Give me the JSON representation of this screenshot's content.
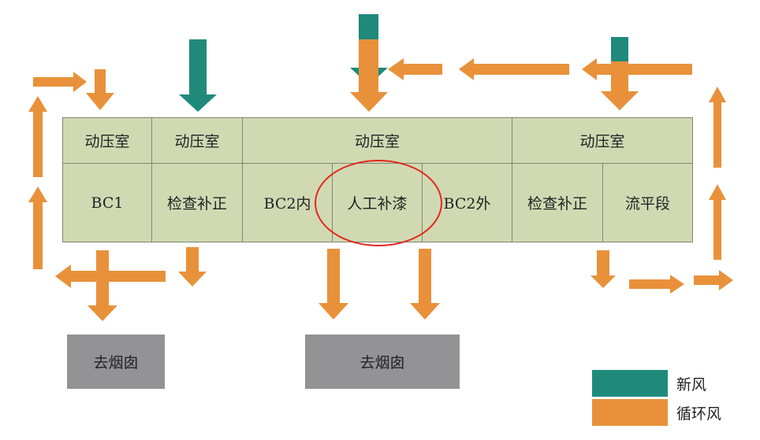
{
  "colors": {
    "fresh_air": "#1f8a7c",
    "recirculated_air": "#e8913a",
    "booth": "#d1d9b3",
    "booth_border": "#7e8670",
    "exhaust": "#939396",
    "highlight_circle": "#e0281e"
  },
  "plenum_row": [
    "动压室",
    "动压室",
    "动压室",
    "动压室"
  ],
  "section_row": [
    "BC1",
    "检查补正",
    "BC2内",
    "人工补漆",
    "BC2外",
    "检查补正",
    "流平段"
  ],
  "highlighted_section": "人工补漆",
  "exhausts": [
    "去烟囱",
    "去烟囱"
  ],
  "legend": [
    {
      "label": "新风",
      "color": "#1f8a7c"
    },
    {
      "label": "循环风",
      "color": "#e8913a"
    }
  ]
}
